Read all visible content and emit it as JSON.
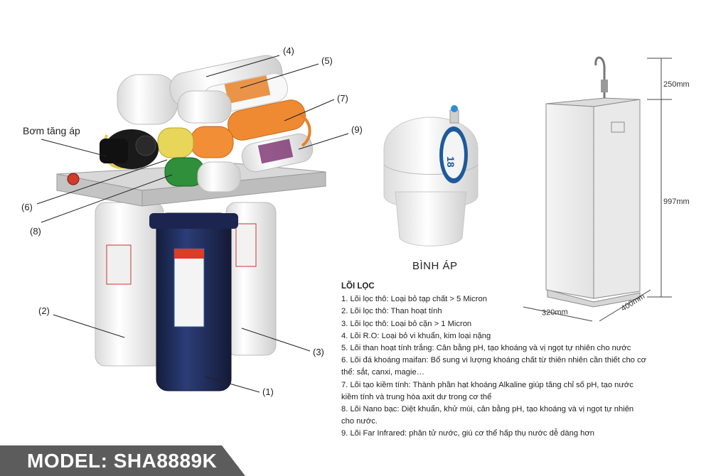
{
  "labels": {
    "pump": "Bơm tăng áp",
    "c1": "(1)",
    "c2": "(2)",
    "c3": "(3)",
    "c4": "(4)",
    "c5": "(5)",
    "c6": "(6)",
    "c7": "(7)",
    "c8": "(8)",
    "c9": "(9)"
  },
  "tank": {
    "caption": "BÌNH ÁP",
    "capacity_mark": "18"
  },
  "dimensions": {
    "top": "250mm",
    "height": "997mm",
    "width": "320mm",
    "depth": "400mm"
  },
  "cores": {
    "title": "LÕI LỌC",
    "items": [
      "1. Lõi lọc thô: Loại bỏ tạp chất > 5 Micron",
      "2. Lõi lọc thô: Than hoạt tính",
      "3. Lõi lọc thô: Loại bỏ cặn > 1 Micron",
      "4. Lõi R.O: Loại bỏ vi khuẩn, kim loại nặng",
      "5. Lõi than hoạt tính trắng: Cân bằng pH, tạo khoáng và vị ngọt tự nhiên cho nước",
      "6. Lõi đá khoáng maifan: Bổ sung vi lượng khoáng chất từ thiên nhiên cần thiết cho cơ thể: sắt, canxi, magie…",
      "7. Lõi tạo kiềm tính: Thành phần hạt khoáng Alkaline giúp tăng chỉ số pH, tạo nước kiềm tính và trung hòa axit dư trong cơ thể",
      "8. Lõi Nano bạc: Diệt khuẩn, khử mùi, cân bằng pH, tạo khoáng và vị ngọt tự nhiên cho nước.",
      "9. Lõi Far Infrared: phân tử nước, giú cơ thể hấp thụ nước dễ dàng hơn"
    ]
  },
  "model": {
    "text": "MODEL: SHA8889K"
  },
  "colors": {
    "banner": "#5c5c5c",
    "navy": "#1f2d5c",
    "orange": "#e8822a",
    "green": "#2f8f3a",
    "yellow": "#e2c84a",
    "red": "#d23a2a",
    "blue_label": "#1c5a9c"
  }
}
